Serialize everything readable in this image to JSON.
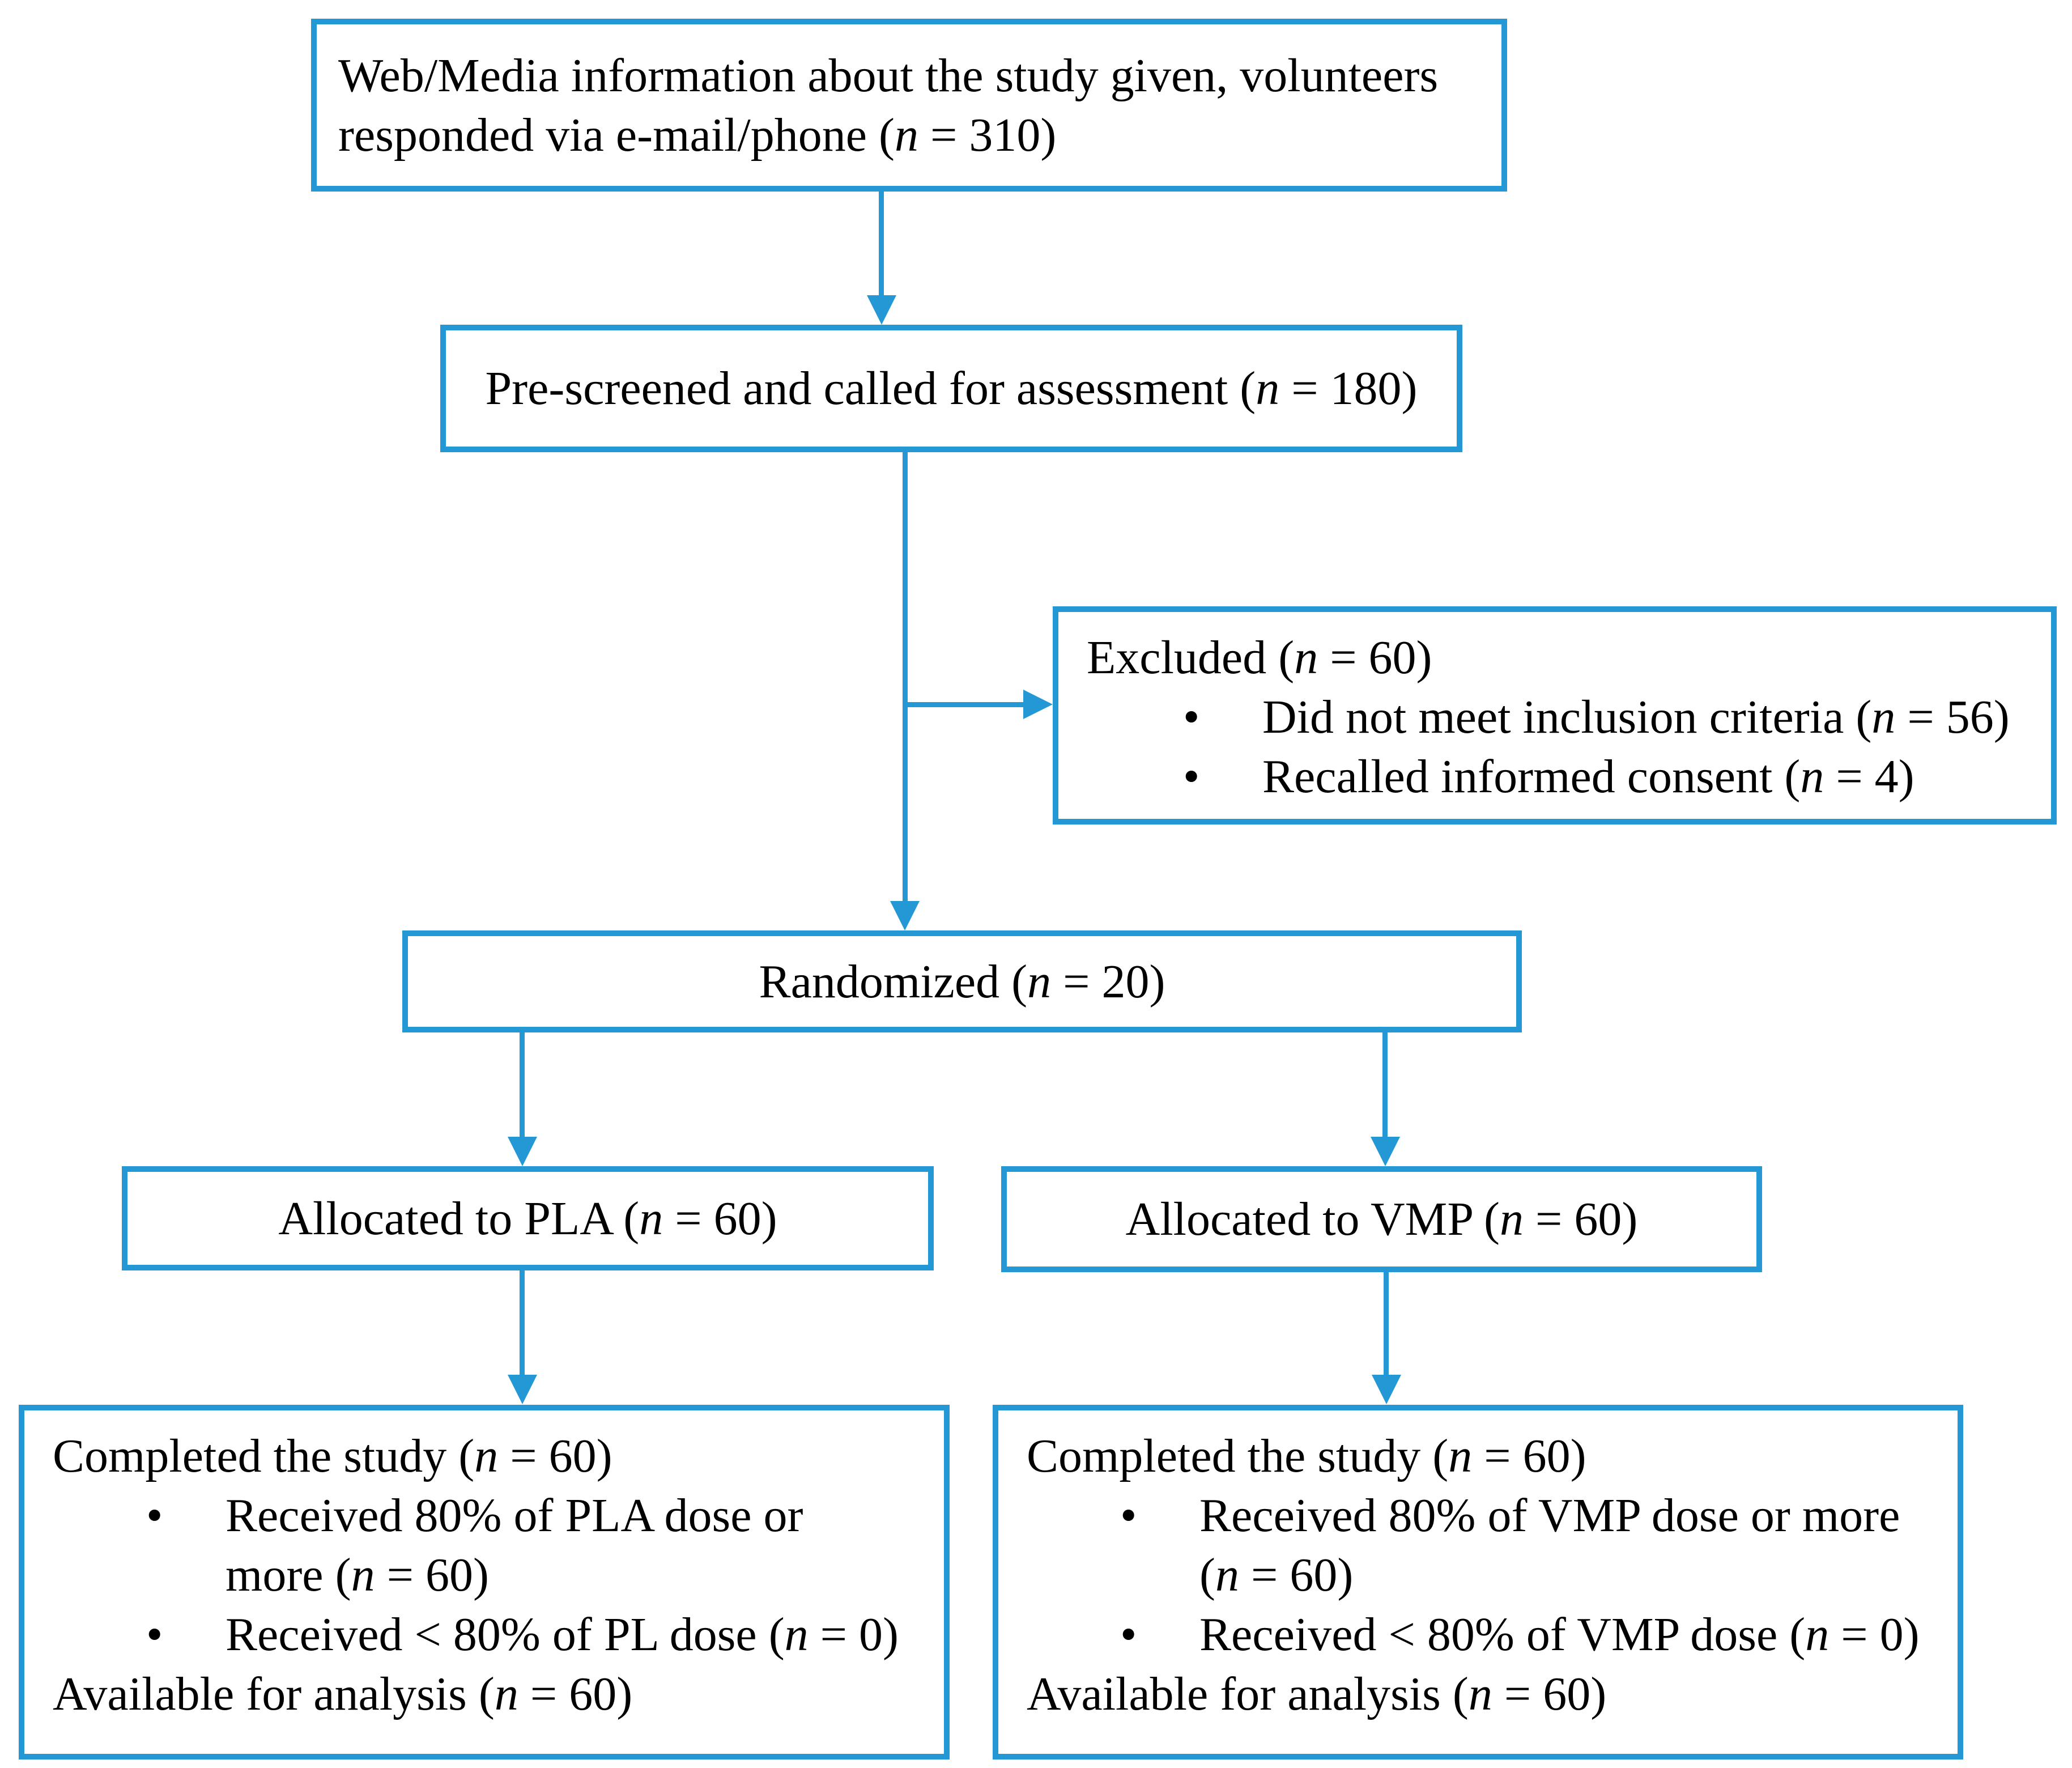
{
  "colors": {
    "accent": "#2398d5",
    "text": "#000000",
    "background": "#ffffff"
  },
  "flowchart": {
    "boxes": {
      "info": {
        "text": "Web/Media information about the study given, volunteers responded via e-mail/phone (n = 310)"
      },
      "prescreened": {
        "text": "Pre-screened and called for assessment (n = 180)"
      },
      "excluded": {
        "title": "Excluded (n = 60)",
        "bullets": [
          "Did not meet inclusion criteria (n = 56)",
          "Recalled informed consent (n = 4)"
        ]
      },
      "randomized": {
        "text": "Randomized (n = 20)"
      },
      "allocated_pla": {
        "text": "Allocated to PLA (n = 60)"
      },
      "allocated_vmp": {
        "text": "Allocated to VMP (n = 60)"
      },
      "completed_pla": {
        "title": "Completed the study (n = 60)",
        "bullets": [
          "Received 80% of PLA dose or more (n = 60)",
          "Received < 80% of PL dose (n = 0)"
        ],
        "footer": "Available for analysis (n = 60)"
      },
      "completed_vmp": {
        "title": "Completed the study (n = 60)",
        "bullets": [
          "Received 80% of VMP dose or more (n = 60)",
          "Received < 80% of VMP dose (n = 0)"
        ],
        "footer": "Available for analysis (n = 60)"
      }
    }
  }
}
